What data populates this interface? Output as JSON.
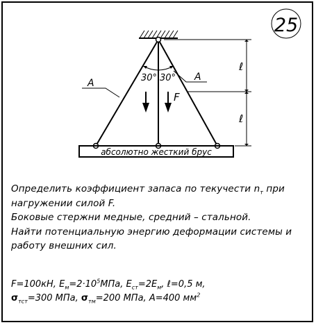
{
  "problem_number": "25",
  "diagram": {
    "label_rod_left": "A",
    "label_rod_right": "A",
    "angle_left": "30°",
    "angle_right": "30°",
    "force_label": "F",
    "length_top": "ℓ",
    "length_bottom": "ℓ",
    "beam_label": "абсолютно жесткий брус"
  },
  "problem_text": {
    "line1": "Определить коэффициент запаса по текучести n",
    "line1_sub": "т",
    "line1_end": " при",
    "line2": "нагружении силой F.",
    "line3": "Боковые стержни медные, средний – стальной.",
    "line4": "Найти потенциальную энергию деформации системы и",
    "line5": "работу внешних сил."
  },
  "given": {
    "F": "F=100кН,",
    "E_m_a": "E",
    "E_m_sub": "м",
    "E_m_b": "=2·10",
    "E_m_sup": "5",
    "E_m_c": "МПа,",
    "E_st_a": "E",
    "E_st_sub": "ст",
    "E_st_b": "=2E",
    "E_st_sub2": "м",
    "E_st_c": ",",
    "l": "ℓ=0,5 м,",
    "sigma_st_sym": "σ",
    "sigma_st_sub": "тст",
    "sigma_st_val": "=300 МПа,",
    "sigma_tm_sym": "σ",
    "sigma_tm_sub": "тм",
    "sigma_tm_val": "=200 МПа,",
    "A": "A=400 мм",
    "A_sup": "2"
  }
}
